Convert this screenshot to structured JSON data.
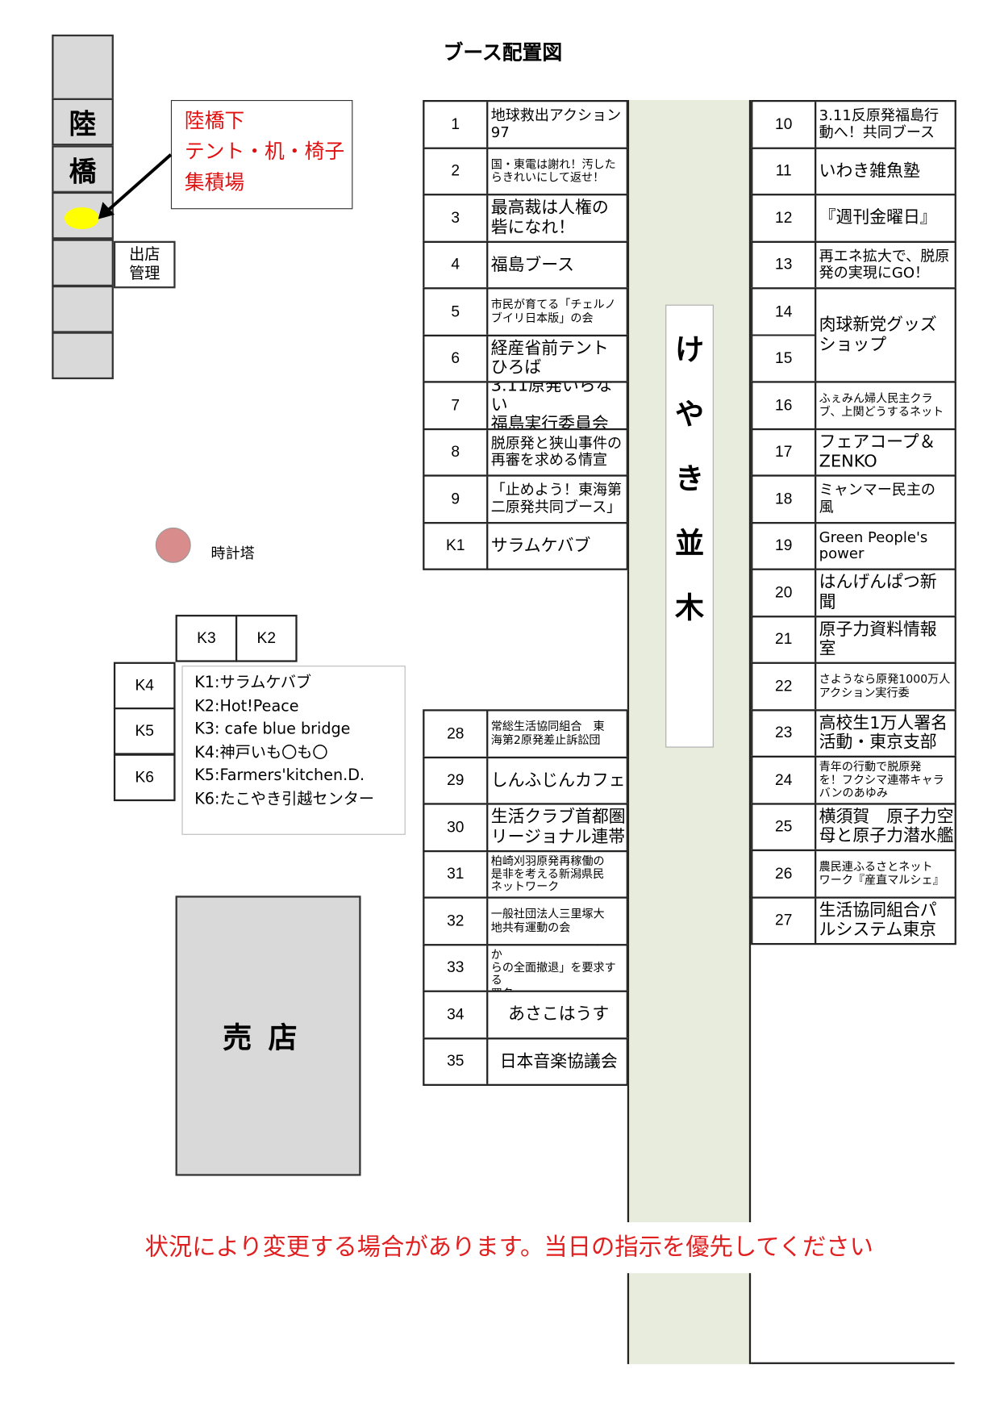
{
  "title": "ブース配置図",
  "bridge": {
    "label_top": "陸",
    "label_bottom": "橋",
    "management_label": "出店\n管理"
  },
  "storage_note": "陸橋下\nテント・机・椅子\n集積場",
  "clock_tower": "時計塔",
  "kitchen_cells": [
    "K3",
    "K2",
    "K4",
    "K5",
    "K6"
  ],
  "kitchen_legend": [
    "K1:サラムケバブ",
    "K2:Hot!Peace",
    "K3: cafe blue bridge",
    "K4:神戸いも〇も〇",
    "K5:Farmers'kitchen.D.",
    "K6:たこやき引越センター"
  ],
  "kiosk": "売店",
  "street": [
    "け",
    "や",
    "き",
    "並",
    "木"
  ],
  "notice": "状況により変更する場合があります。当日の指示を優先してください",
  "booths_left_upper": [
    {
      "num": "1",
      "name": "地球救出アクション97"
    },
    {
      "num": "2",
      "name": "国・東電は謝れ！汚した\nらきれいにして返せ！"
    },
    {
      "num": "3",
      "name": "最高裁は人権の\n砦になれ！"
    },
    {
      "num": "4",
      "name": "福島ブース"
    },
    {
      "num": "5",
      "name": "市民が育てる「チェルノ\nブイリ日本版」の会"
    },
    {
      "num": "6",
      "name": "経産省前テント\nひろば"
    },
    {
      "num": "7",
      "name": "3.11原発いらない\n福島実行委員会"
    },
    {
      "num": "8",
      "name": "脱原発と狭山事件の\n再審を求める情宣"
    },
    {
      "num": "9",
      "name": "「止めよう！東海第\n二原発共同ブース」"
    },
    {
      "num": "K1",
      "name": "サラムケバブ"
    }
  ],
  "booths_left_lower": [
    {
      "num": "28",
      "name": "常総生活協同組合　東\n海第2原発差止訴訟団"
    },
    {
      "num": "29",
      "name": "しんふじんカフェ"
    },
    {
      "num": "30",
      "name": "生活クラブ首都圏\nリージョナル連帯"
    },
    {
      "num": "31",
      "name": "柏崎刈羽原発再稼働の\n是非を考える新潟県民\nネットワーク"
    },
    {
      "num": "32",
      "name": "一般社団法人三里塚大\n地共有運動の会"
    },
    {
      "num": "33",
      "name": "中部電力に「原子力事業か\nらの全面撤退」を要求する\n署名"
    },
    {
      "num": "34",
      "name": "あさこはうす"
    },
    {
      "num": "35",
      "name": "日本音楽協議会"
    }
  ],
  "booths_right": [
    {
      "num": "10",
      "name": "3.11反原発福島行\n動へ！共同ブース"
    },
    {
      "num": "11",
      "name": "いわき雑魚塾"
    },
    {
      "num": "12",
      "name": "『週刊金曜日』"
    },
    {
      "num": "13",
      "name": "再エネ拡大で、脱原\n発の実現にGO！"
    },
    {
      "num": "14",
      "num2": "15",
      "name": "肉球新党グッズ\nショップ"
    },
    {
      "num": "16",
      "name": "ふぇみん婦人民主クラ\nブ、上関どうするネット"
    },
    {
      "num": "17",
      "name": "フェアコープ＆\nZENKO"
    },
    {
      "num": "18",
      "name": "ミャンマー民主の\n風"
    },
    {
      "num": "19",
      "name": "Green People's\npower"
    },
    {
      "num": "20",
      "name": "はんげんぱつ新\n聞"
    },
    {
      "num": "21",
      "name": "原子力資料情報\n室"
    },
    {
      "num": "22",
      "name": "さようなら原発1000万人\nアクション実行委"
    },
    {
      "num": "23",
      "name": "高校生1万人署名\n活動・東京支部"
    },
    {
      "num": "24",
      "name": "青年の行動で脱原発\nを！フクシマ連帯キャラ\nバンのあゆみ"
    },
    {
      "num": "25",
      "name": "横須賀　原子力空\n母と原子力潜水艦"
    },
    {
      "num": "26",
      "name": "農民連ふるさとネット\nワーク『産直マルシェ』"
    },
    {
      "num": "27",
      "name": "生活協同組合パ\nルシステム東京"
    }
  ],
  "colors": {
    "note_red": "#e02020",
    "street": "#e8ecdc",
    "gray_block": "#d9d9d9",
    "marker_yellow": "#ffff00",
    "clock": "#d98c8c"
  }
}
